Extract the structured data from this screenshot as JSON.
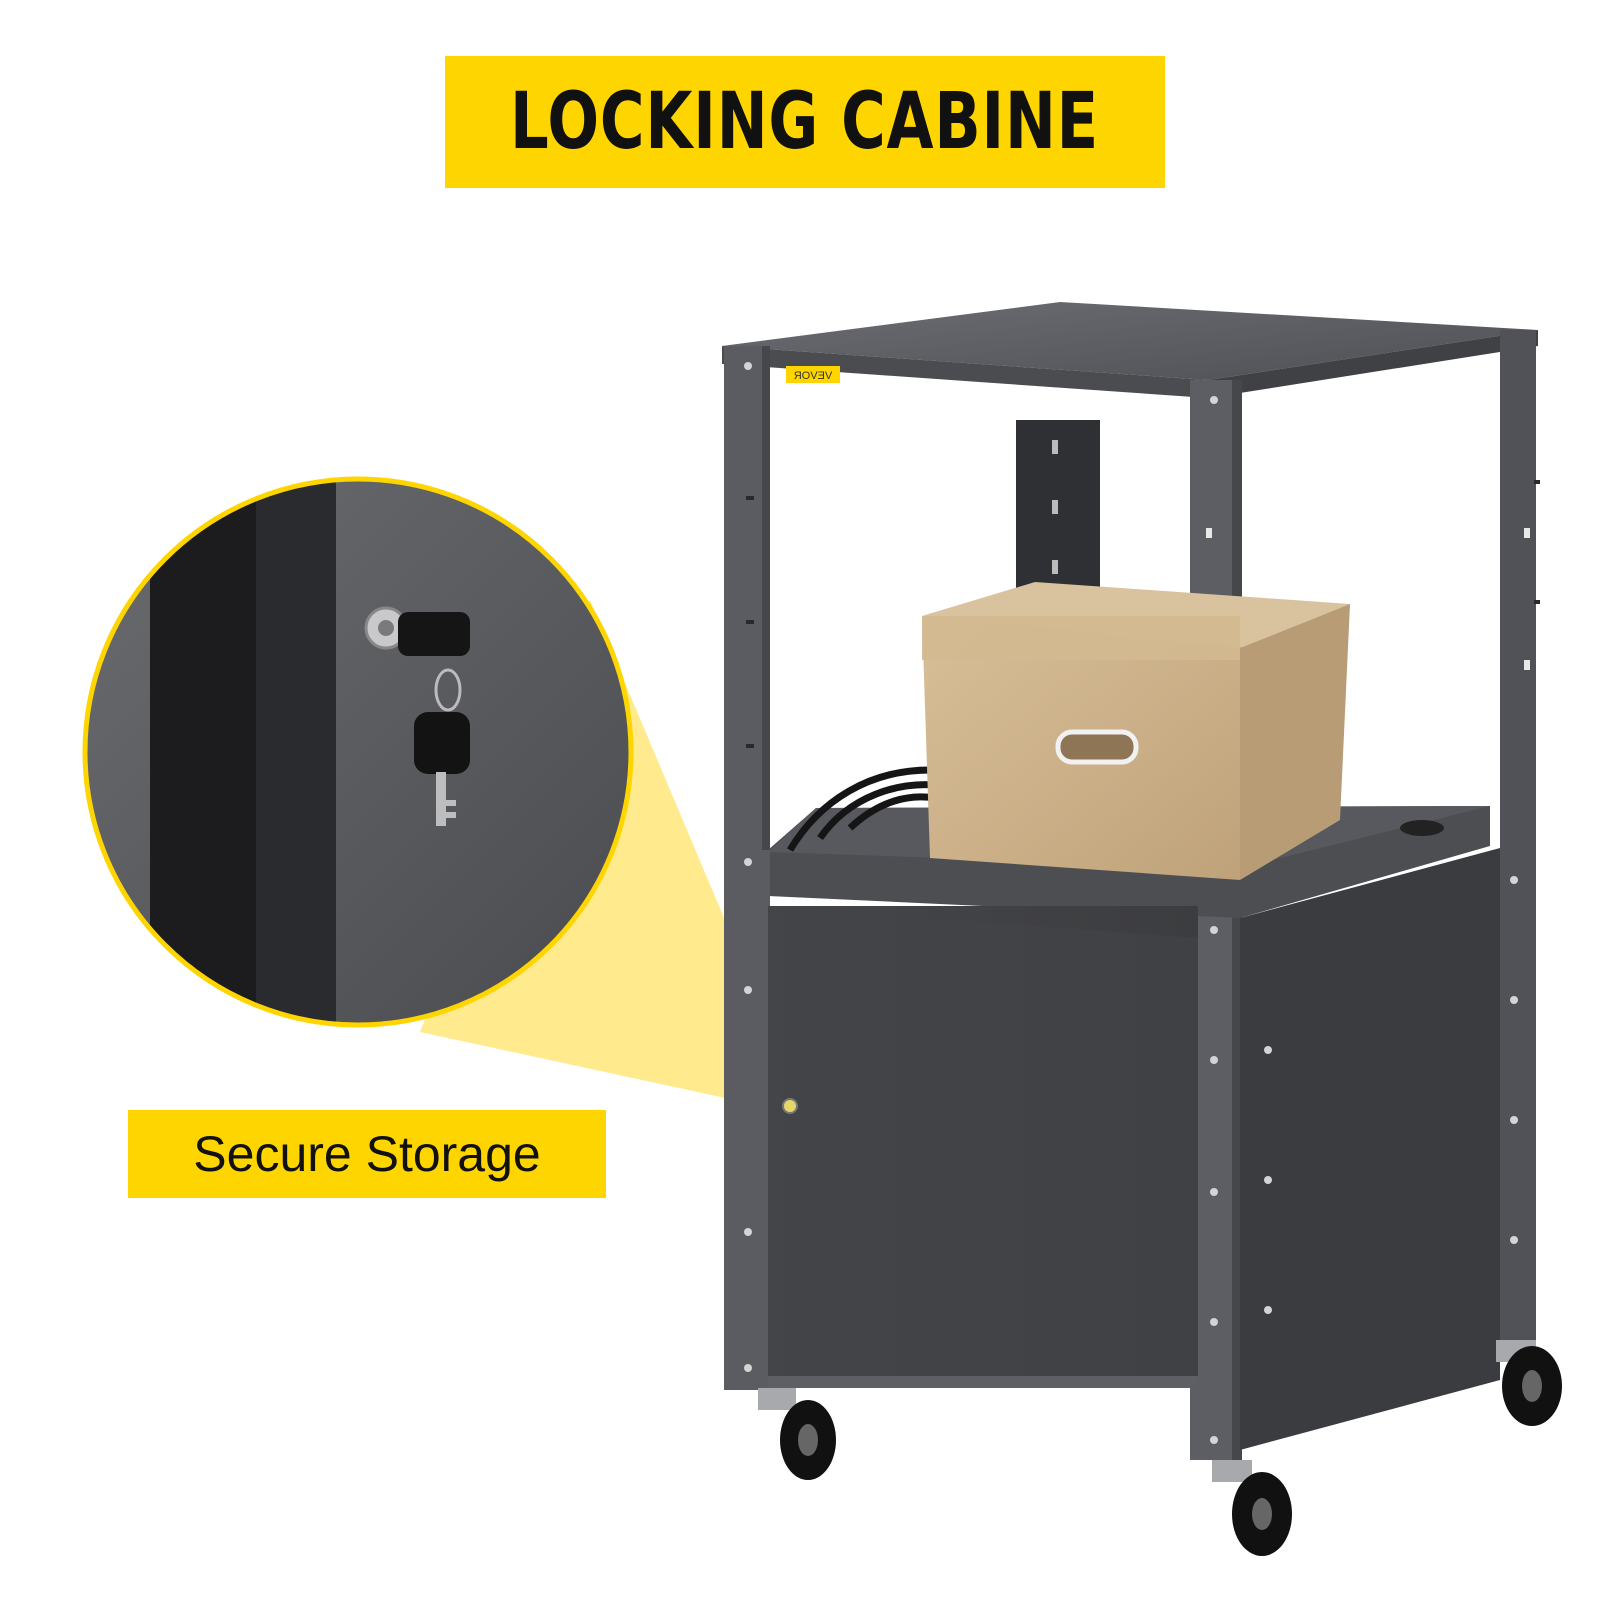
{
  "title": "LOCKING CABINE",
  "callout_label": "Secure Storage",
  "brand_tag": "VEVOR",
  "colors": {
    "accent": "#FFD500",
    "cart_body": "#55575c",
    "cart_dark": "#3a3b3f",
    "box": "#cfb38a"
  }
}
